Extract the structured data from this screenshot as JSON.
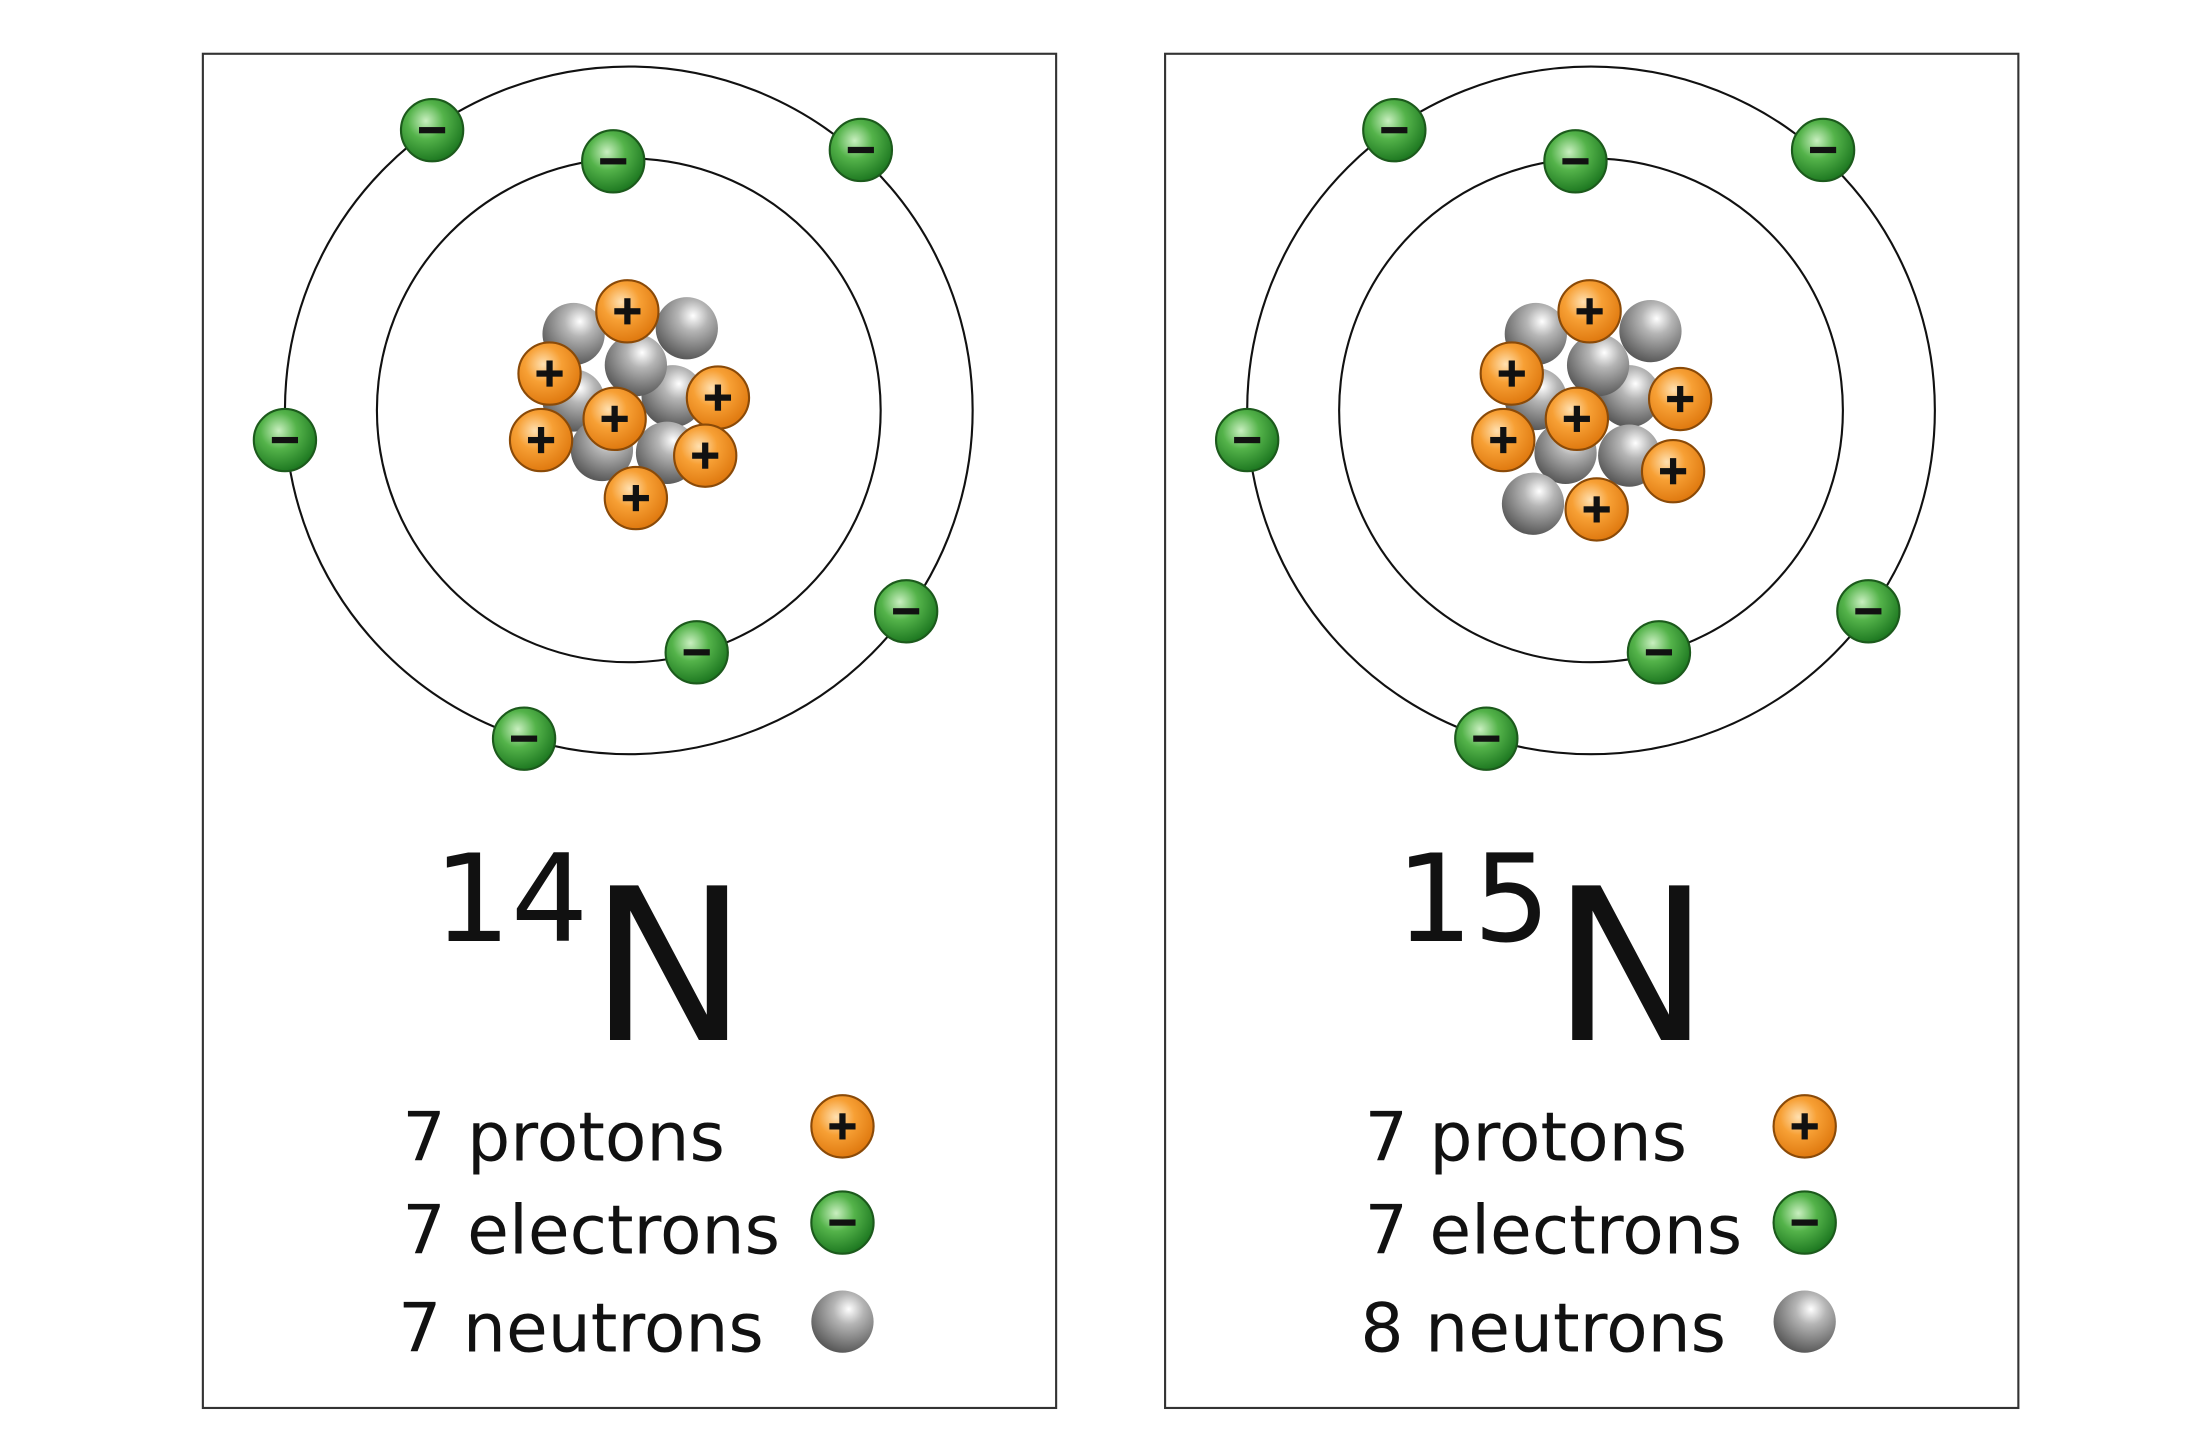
{
  "colors": {
    "proton": "#f5962a",
    "electron": "#3f9e3a",
    "neutron": "#8a8a8a",
    "orbit": "#111111",
    "panel_border": "#333333"
  },
  "symbols": {
    "proton": "+",
    "electron": "−"
  },
  "isotopes": [
    {
      "mass_number": "14",
      "element": "N",
      "protons_label": "7 protons",
      "electrons_label": "7 electrons",
      "neutrons_label": "7 neutrons",
      "protons": 7,
      "electrons": 7,
      "neutrons": 7
    },
    {
      "mass_number": "15",
      "element": "N",
      "protons_label": "7 protons",
      "electrons_label": "7 electrons",
      "neutrons_label": "8 neutrons",
      "protons": 7,
      "electrons": 7,
      "neutrons": 8
    }
  ]
}
